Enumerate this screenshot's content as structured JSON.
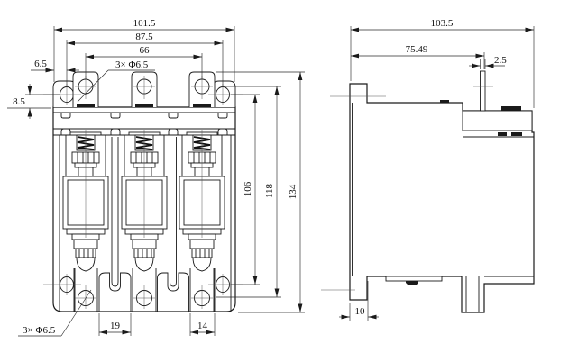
{
  "dims": {
    "front": {
      "overall_width": "101.5",
      "mount_hole_span": "87.5",
      "terminal_hole_span": "66",
      "edge_to_hole": "6.5",
      "top_holes": "3× Φ6.5",
      "ear_height": "8.5",
      "foot_width": "19",
      "slot_width": "14",
      "bottom_holes": "3× Φ6.5",
      "height_inner": "106",
      "height_mid": "118",
      "height_overall": "134"
    },
    "side": {
      "overall_depth": "103.5",
      "body_depth": "75.49",
      "tab_thickness": "2.5",
      "foot_depth": "10"
    }
  }
}
